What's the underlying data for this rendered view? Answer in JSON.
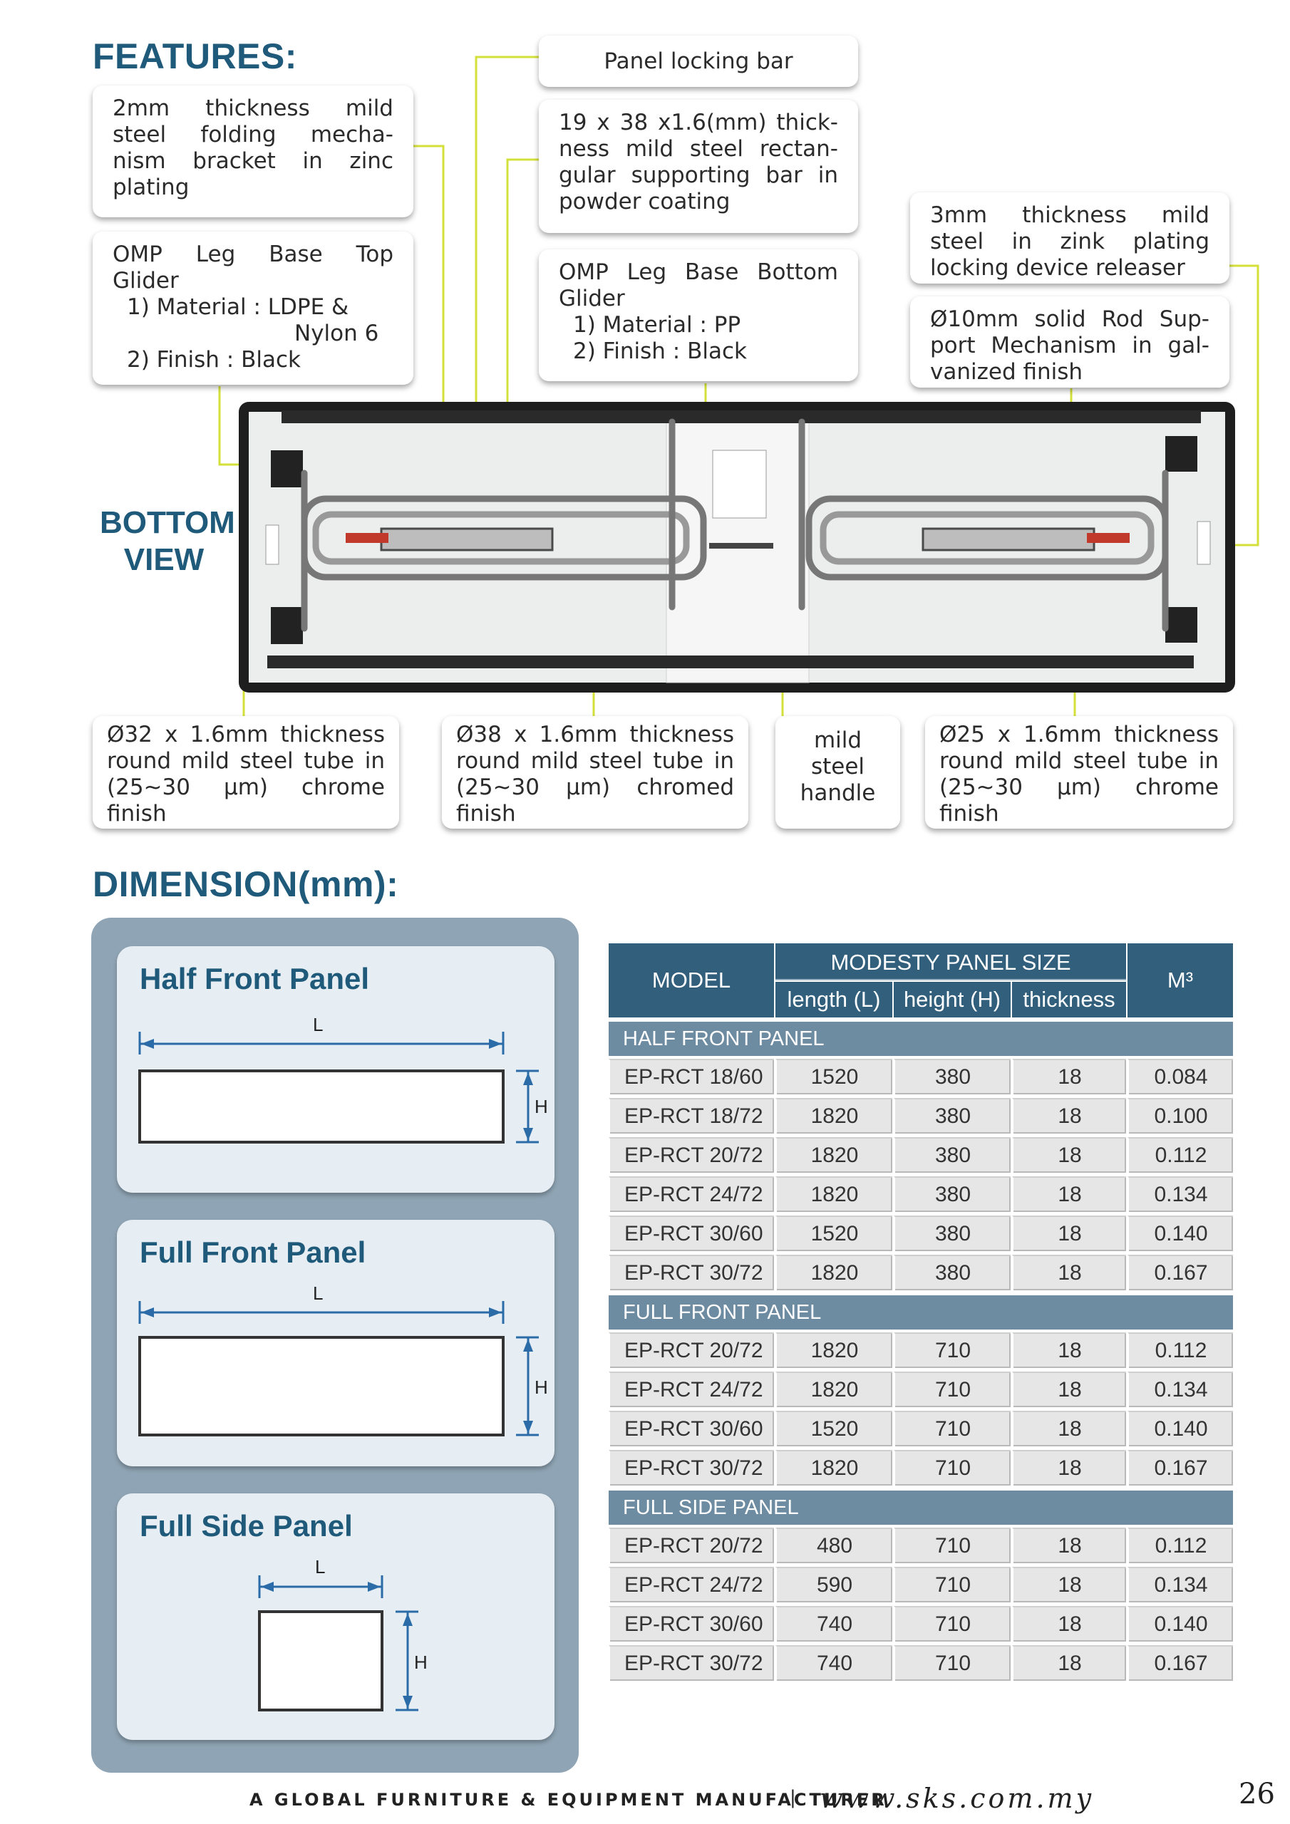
{
  "headings": {
    "features": "FEATURES:",
    "bottom_view": [
      "BOTTOM",
      "VIEW"
    ],
    "dimension": "DIMENSION(mm):"
  },
  "callouts": {
    "folding_bracket": [
      "2mm thickness mild",
      "steel folding mecha-",
      "nism bracket in zinc",
      "plating"
    ],
    "top_glider": [
      "OMP Leg Base Top",
      "Glider",
      "1) Material : LDPE &",
      "Nylon 6",
      "2) Finish : Black"
    ],
    "locking_bar": "Panel locking bar",
    "supporting_bar": [
      "19 x 38 x1.6(mm) thick-",
      "ness mild steel rectan-",
      "gular supporting bar in",
      "powder coating"
    ],
    "bottom_glider": [
      "OMP Leg Base Bottom",
      "Glider",
      "1) Material : PP",
      "2) Finish : Black"
    ],
    "releaser": [
      "3mm thickness mild",
      "steel in zink plating",
      "locking device releaser"
    ],
    "rod_support": [
      "Ø10mm solid Rod Sup-",
      "port Mechanism in gal-",
      "vanized finish"
    ],
    "tube32": [
      "Ø32 x 1.6mm thickness",
      "round mild steel tube in",
      "(25~30 μm) chrome",
      "finish"
    ],
    "tube38": [
      "Ø38 x 1.6mm thickness",
      "round mild steel tube in",
      "(25~30 μm) chromed",
      "finish"
    ],
    "handle": [
      "mild",
      "steel",
      "handle"
    ],
    "tube25": [
      "Ø25 x 1.6mm thickness",
      "round mild steel tube in",
      "(25~30 μm) chrome",
      "finish"
    ]
  },
  "dimension_cards": {
    "half_front": {
      "title": "Half Front Panel",
      "l": "L",
      "h": "H"
    },
    "full_front": {
      "title": "Full Front Panel",
      "l": "L",
      "h": "H"
    },
    "full_side": {
      "title": "Full Side Panel",
      "l": "L",
      "h": "H"
    }
  },
  "table": {
    "headers": {
      "model": "MODEL",
      "group": "MODESTY PANEL SIZE",
      "length": "length (L)",
      "height": "height (H)",
      "thickness": "thickness",
      "m3": "M³"
    },
    "sections": [
      {
        "title": "HALF FRONT PANEL",
        "rows": [
          [
            "EP-RCT 18/60",
            "1520",
            "380",
            "18",
            "0.084"
          ],
          [
            "EP-RCT 18/72",
            "1820",
            "380",
            "18",
            "0.100"
          ],
          [
            "EP-RCT 20/72",
            "1820",
            "380",
            "18",
            "0.112"
          ],
          [
            "EP-RCT 24/72",
            "1820",
            "380",
            "18",
            "0.134"
          ],
          [
            "EP-RCT 30/60",
            "1520",
            "380",
            "18",
            "0.140"
          ],
          [
            "EP-RCT 30/72",
            "1820",
            "380",
            "18",
            "0.167"
          ]
        ]
      },
      {
        "title": "FULL FRONT PANEL",
        "rows": [
          [
            "EP-RCT 20/72",
            "1820",
            "710",
            "18",
            "0.112"
          ],
          [
            "EP-RCT 24/72",
            "1820",
            "710",
            "18",
            "0.134"
          ],
          [
            "EP-RCT 30/60",
            "1520",
            "710",
            "18",
            "0.140"
          ],
          [
            "EP-RCT 30/72",
            "1820",
            "710",
            "18",
            "0.167"
          ]
        ]
      },
      {
        "title": "FULL SIDE PANEL",
        "rows": [
          [
            "EP-RCT 20/72",
            "480",
            "710",
            "18",
            "0.112"
          ],
          [
            "EP-RCT 24/72",
            "590",
            "710",
            "18",
            "0.134"
          ],
          [
            "EP-RCT 30/60",
            "740",
            "710",
            "18",
            "0.140"
          ],
          [
            "EP-RCT 30/72",
            "740",
            "710",
            "18",
            "0.167"
          ]
        ]
      }
    ]
  },
  "footer": {
    "tagline": "A GLOBAL FURNITURE & EQUIPMENT MANUFACTURER",
    "separator": "|",
    "url": "www.sks.com.my",
    "page": "26"
  },
  "colors": {
    "heading": "#1f5a7a",
    "leader_line": "#d4e03a",
    "table_header": "#315f7c",
    "section_bar": "#6d8ba1",
    "dim_arrow": "#2b6ca8"
  }
}
